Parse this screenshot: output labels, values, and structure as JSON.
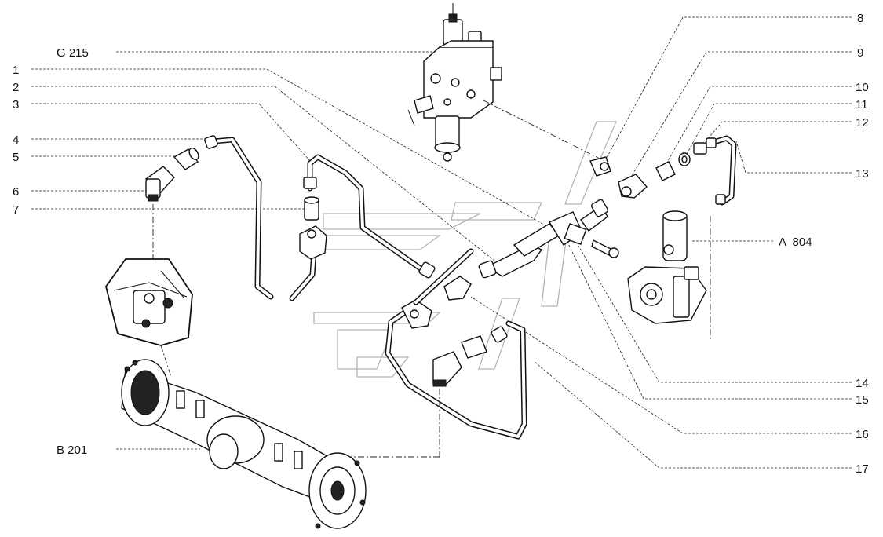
{
  "callouts": {
    "g215": "G 215",
    "n1": "1",
    "n2": "2",
    "n3": "3",
    "n4": "4",
    "n5": "5",
    "n6": "6",
    "n7": "7",
    "n8": "8",
    "n9": "9",
    "n10": "10",
    "n11": "11",
    "n12": "12",
    "n13": "13",
    "a804": "A  804",
    "n14": "14",
    "n15": "15",
    "n16": "16",
    "n17": "17",
    "b201": "B 201"
  }
}
